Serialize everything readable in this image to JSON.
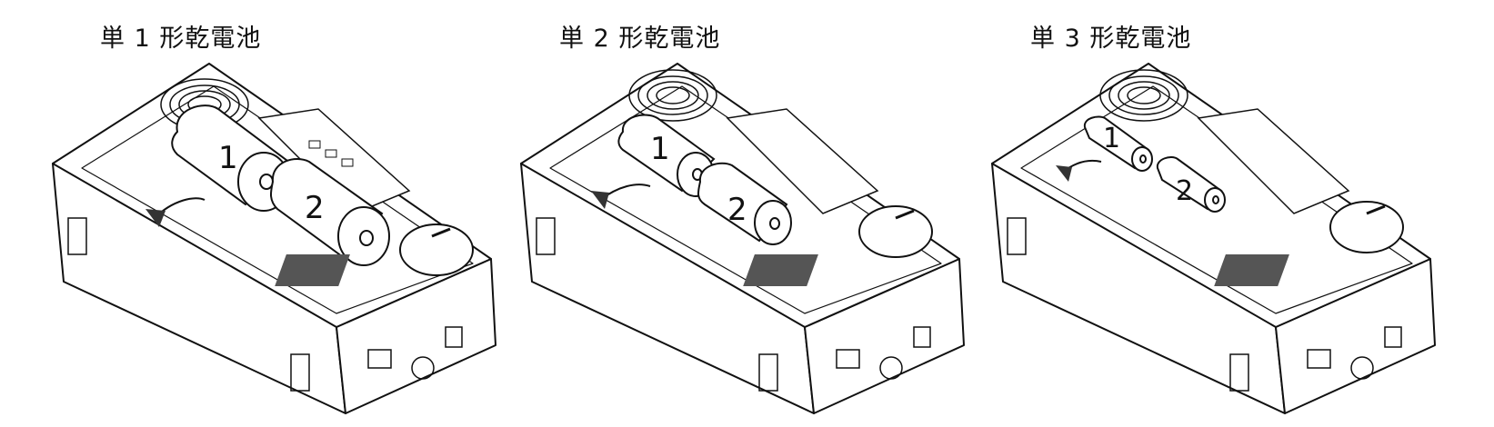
{
  "figure": {
    "panels": [
      {
        "title": "単 1 形乾電池",
        "battery_labels": [
          "1",
          "2"
        ],
        "battery_size": "large"
      },
      {
        "title": "単 2 形乾電池",
        "battery_labels": [
          "1",
          "2"
        ],
        "battery_size": "medium"
      },
      {
        "title": "単 3 形乾電池",
        "battery_labels": [
          "1",
          "2"
        ],
        "battery_size": "small"
      }
    ]
  },
  "colors": {
    "line": "#111111",
    "background": "#ffffff"
  }
}
